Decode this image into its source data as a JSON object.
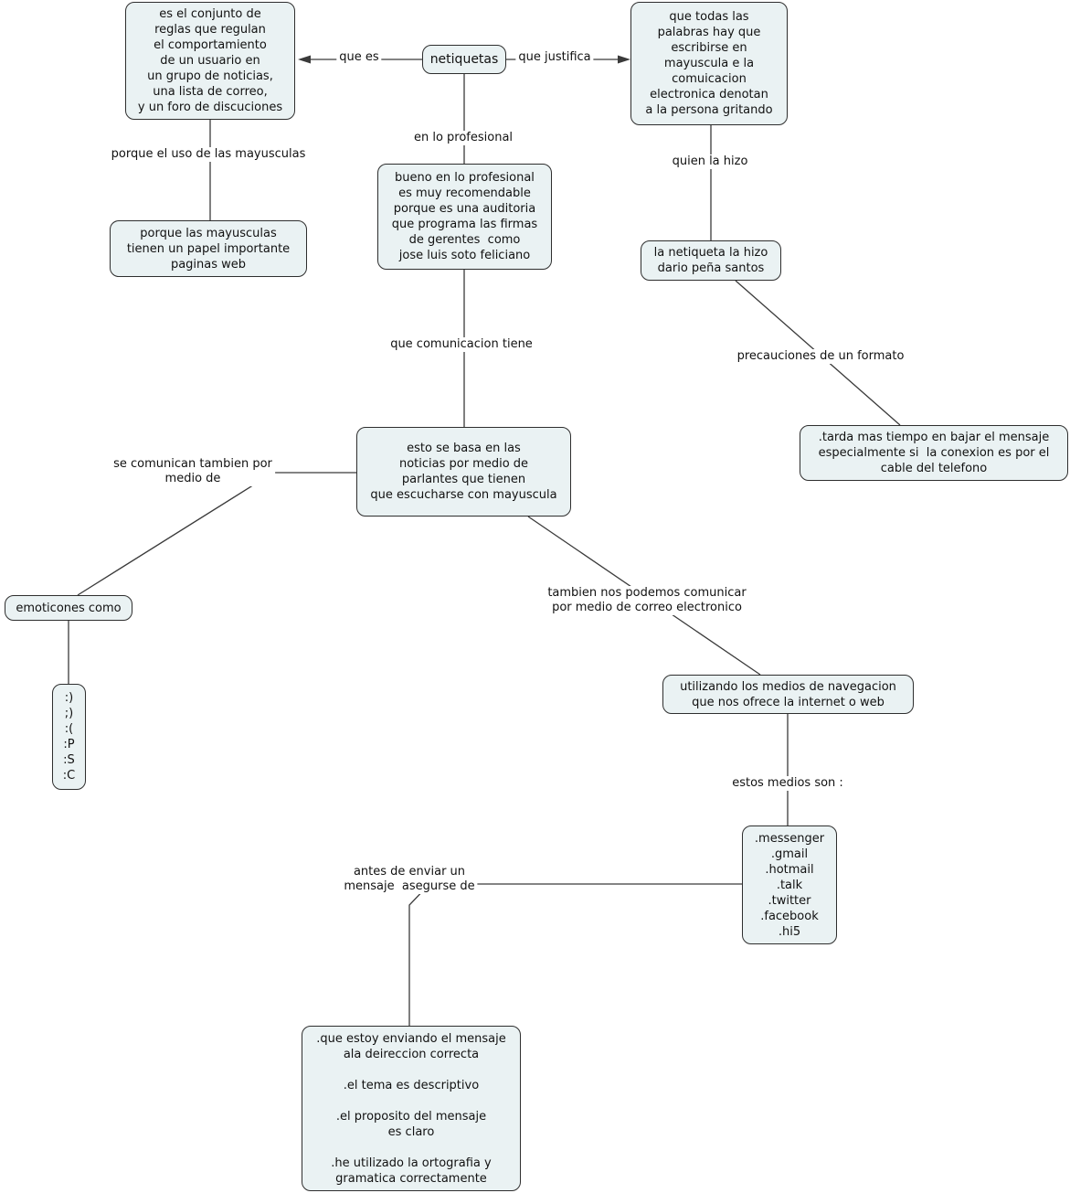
{
  "palette": {
    "node_fill": "#eaf2f3",
    "node_border": "#2e2e2e",
    "line_color": "#3a3a3a",
    "text_color": "#111111",
    "background": "#ffffff"
  },
  "nodes": {
    "netiquetas": {
      "text": "netiquetas"
    },
    "definicion": {
      "text": "es el conjunto de\nreglas que regulan\nel comportamiento\nde un usuario en\nun grupo de noticias,\nuna lista de correo,\ny un foro de discuciones"
    },
    "mayusculas_gritando": {
      "text": "que todas las\npalabras hay que\nescribirse en\nmayuscula e la\ncomuicacion\nelectronica denotan\na la persona gritando"
    },
    "profesional": {
      "text": "bueno en lo profesional\nes muy recomendable\nporque es una auditoria\nque programa las firmas\nde gerentes  como\njose luis soto feliciano"
    },
    "papel_paginas": {
      "text": "porque las mayusculas\ntienen un papel importante\npaginas web"
    },
    "autor": {
      "text": "la netiqueta la hizo\ndario peña santos"
    },
    "tarda": {
      "text": ".tarda mas tiempo en bajar el mensaje\nespecialmente si  la conexion es por el\ncable del telefono"
    },
    "parlantes": {
      "text": "esto se basa en las\nnoticias por medio de\nparlantes que tienen\nque escucharse con mayuscula"
    },
    "emoticones": {
      "text": "emoticones como"
    },
    "emoticon_list": {
      "text": ":)\n;)\n:(\n:P\n:S\n:C"
    },
    "navegacion": {
      "text": "utilizando los medios de navegacion\nque nos ofrece la internet o web"
    },
    "medios": {
      "text": ".messenger\n.gmail\n.hotmail\n.talk\n.twitter\n.facebook\n.hi5"
    },
    "checklist": {
      "text": ".que estoy enviando el mensaje\nala deireccion correcta\n\n.el tema es descriptivo\n\n.el proposito del mensaje\nes claro\n\n.he utilizado la ortografia y\ngramatica correctamente"
    }
  },
  "labels": {
    "que_es": "que es",
    "que_justifica": "que justifica",
    "en_lo_profesional": "en lo profesional",
    "porque_el_uso": "porque el uso de las mayusculas",
    "quien_la_hizo": "quien la hizo",
    "que_comunicacion": "que comunicacion tiene",
    "precauciones": "precauciones de un formato",
    "se_comunican": "se comunican tambien por\nmedio de",
    "tambien_nos": "tambien nos podemos comunicar\npor medio de correo electronico",
    "estos_medios": "estos medios son :",
    "antes_de": "antes de enviar un\nmensaje  asegurse de"
  }
}
